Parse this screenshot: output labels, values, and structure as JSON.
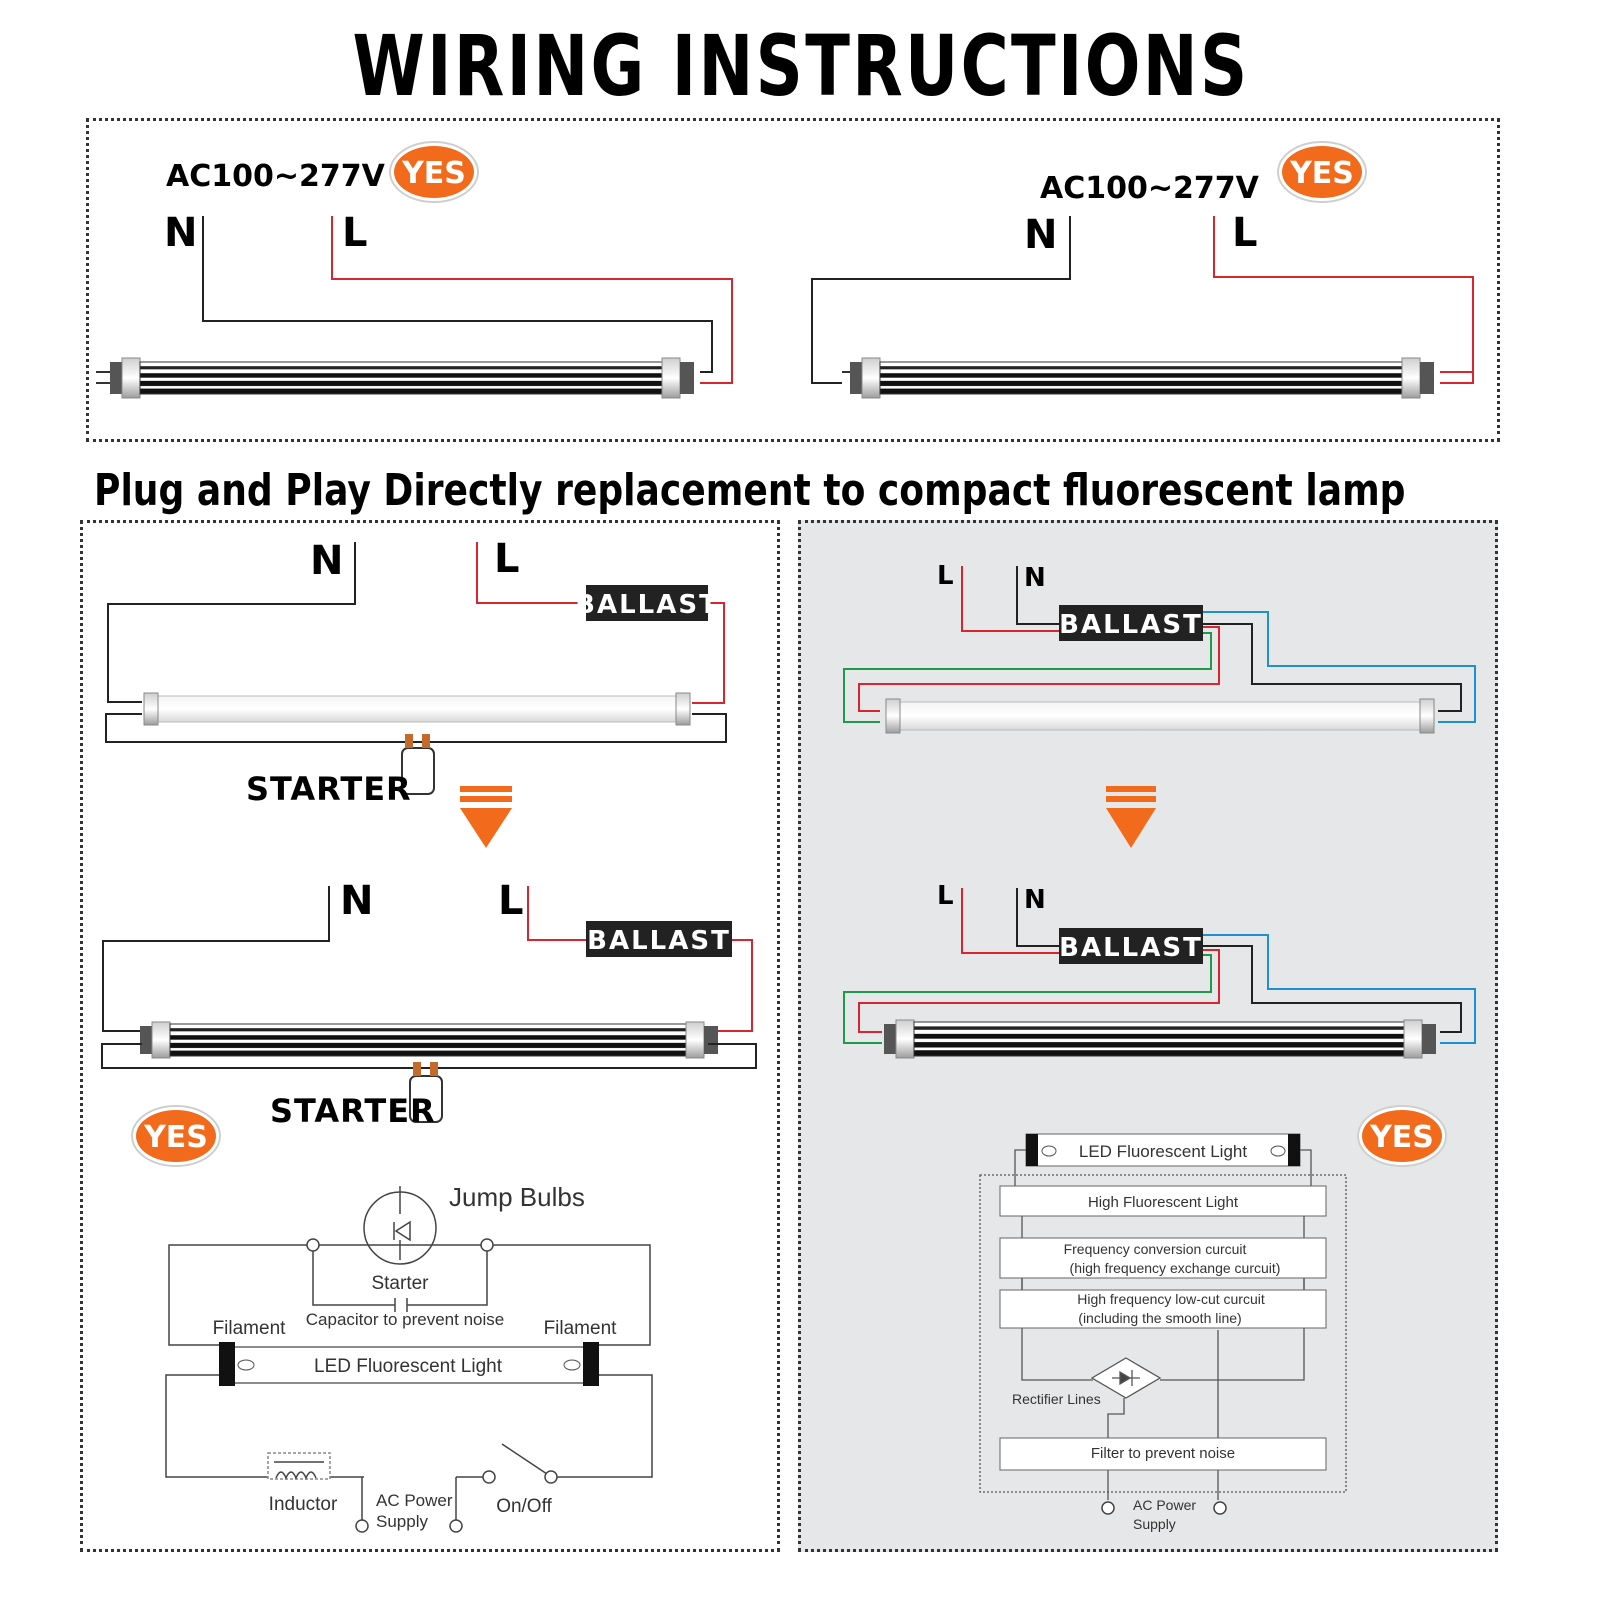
{
  "title": "WIRING INSTRUCTIONS",
  "subtitle": "Plug and Play Directly replacement to compact fluorescent lamp",
  "voltage": "AC100~277V",
  "badge": "YES",
  "wire_labels": {
    "neutral": "N",
    "line": "L"
  },
  "ballast_label": "BALLAST",
  "starter_label": "STARTER",
  "schematic_left": {
    "jump_bulbs": "Jump Bulbs",
    "starter": "Starter",
    "capacitor": "Capacitor  to  prevent  noise",
    "filament": "Filament",
    "led_light": "LED Fluorescent Light",
    "inductor": "Inductor",
    "ac_power": "AC  Power",
    "supply": "Supply",
    "on_off": "On/Off"
  },
  "schematic_right": {
    "led_light": "LED Fluorescent Light",
    "high_fluorescent": "High  Fluorescent  Light",
    "freq_line1": "Frequency  conversion  curcuit",
    "freq_line2": "(high  frequency  exchange  curcuit)",
    "lowcut_line1": "High  frequency  low-cut  curcuit",
    "lowcut_line2": "(including  the  smooth  line)",
    "rectifier": "Rectifier  Lines",
    "filter": "Filter  to  prevent  noise",
    "ac_power": "AC  Power",
    "supply": "Supply"
  },
  "colors": {
    "orange": "#f26a1b",
    "red_wire": "#d9252f",
    "blue_wire": "#1e8fd0",
    "green_wire": "#1f9a4b",
    "gray_panel": "#e6e7e8"
  }
}
